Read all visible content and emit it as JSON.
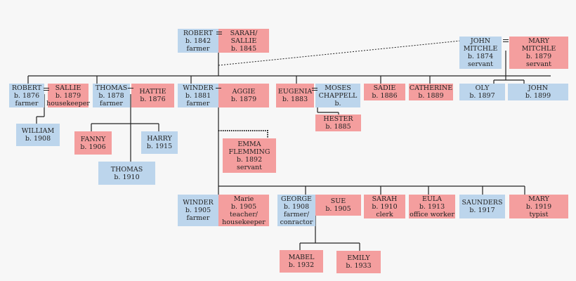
{
  "colors": {
    "male": "#bcd5ec",
    "female": "#f49e9e",
    "line": "#222222"
  },
  "people": {
    "robert_1842": {
      "lines": [
        "ROBERT",
        "b. 1842",
        "farmer"
      ],
      "sex": "m"
    },
    "sarah_1845": {
      "lines": [
        "SARAH/",
        "SALLIE",
        "b. 1845"
      ],
      "sex": "f"
    },
    "john_1874": {
      "lines": [
        "JOHN",
        "MITCHLE",
        "b. 1874",
        "servant"
      ],
      "sex": "m"
    },
    "mary_1879": {
      "lines": [
        "MARY",
        "MITCHLE",
        "b. 1879",
        "servant"
      ],
      "sex": "f"
    },
    "robert_1876": {
      "lines": [
        "ROBERT",
        "b. 1876",
        "farmer"
      ],
      "sex": "m"
    },
    "sallie_1879": {
      "lines": [
        "SALLIE",
        "b. 1879",
        "housekeeper"
      ],
      "sex": "f"
    },
    "thomas_1878": {
      "lines": [
        "THOMAS",
        "b. 1878",
        "farmer"
      ],
      "sex": "m"
    },
    "hattie_1876": {
      "lines": [
        "HATTIE",
        "b. 1876"
      ],
      "sex": "f"
    },
    "winder_1881": {
      "lines": [
        "WINDER",
        "b. 1881",
        "farmer"
      ],
      "sex": "m"
    },
    "aggie_1879": {
      "lines": [
        "AGGIE",
        "b. 1879"
      ],
      "sex": "f"
    },
    "eugenia_1883": {
      "lines": [
        "EUGENIA",
        "b. 1883"
      ],
      "sex": "f"
    },
    "moses": {
      "lines": [
        "MOSES",
        "CHAPPELL",
        "b."
      ],
      "sex": "m"
    },
    "sadie_1886": {
      "lines": [
        "SADIE",
        "b. 1886"
      ],
      "sex": "f"
    },
    "catherine_1889": {
      "lines": [
        "CATHERINE",
        "b. 1889"
      ],
      "sex": "f"
    },
    "oly_1897": {
      "lines": [
        "OLY",
        "b. 1897"
      ],
      "sex": "m"
    },
    "john_1899": {
      "lines": [
        "JOHN",
        "b. 1899"
      ],
      "sex": "m"
    },
    "william_1908": {
      "lines": [
        "WILLIAM",
        "b. 1908"
      ],
      "sex": "m"
    },
    "fanny_1906": {
      "lines": [
        "FANNY",
        "b. 1906"
      ],
      "sex": "f"
    },
    "harry_1915": {
      "lines": [
        "HARRY",
        "b. 1915"
      ],
      "sex": "m"
    },
    "thomas_1910": {
      "lines": [
        "THOMAS",
        "b. 1910"
      ],
      "sex": "m"
    },
    "hester_1885": {
      "lines": [
        "HESTER",
        "b. 1885"
      ],
      "sex": "f"
    },
    "emma_1892": {
      "lines": [
        "EMMA",
        "FLEMMING",
        "b. 1892",
        "servant"
      ],
      "sex": "f"
    },
    "winder_1905": {
      "lines": [
        "WINDER",
        "b. 1905",
        "farmer"
      ],
      "sex": "m"
    },
    "marie_1905": {
      "lines": [
        "Marie",
        "b. 1905",
        "teacher/",
        "housekeeper"
      ],
      "sex": "f"
    },
    "george_1908": {
      "lines": [
        "GEORGE",
        "b. 1908",
        "farmer/",
        "conractor"
      ],
      "sex": "m"
    },
    "sue_1905": {
      "lines": [
        "SUE",
        "b. 1905"
      ],
      "sex": "f"
    },
    "sarah_1910": {
      "lines": [
        "SARAH",
        "b. 1910",
        "clerk"
      ],
      "sex": "f"
    },
    "eula_1913": {
      "lines": [
        "EULA",
        "b. 1913",
        "office worker"
      ],
      "sex": "f"
    },
    "saunders_1917": {
      "lines": [
        "SAUNDERS",
        "b. 1917"
      ],
      "sex": "m"
    },
    "mary_1919": {
      "lines": [
        "MARY",
        "b. 1919",
        "typist"
      ],
      "sex": "f"
    },
    "mabel_1932": {
      "lines": [
        "MABEL",
        "b. 1932"
      ],
      "sex": "f"
    },
    "emily_1933": {
      "lines": [
        "EMILY",
        "b. 1933"
      ],
      "sex": "f"
    }
  }
}
